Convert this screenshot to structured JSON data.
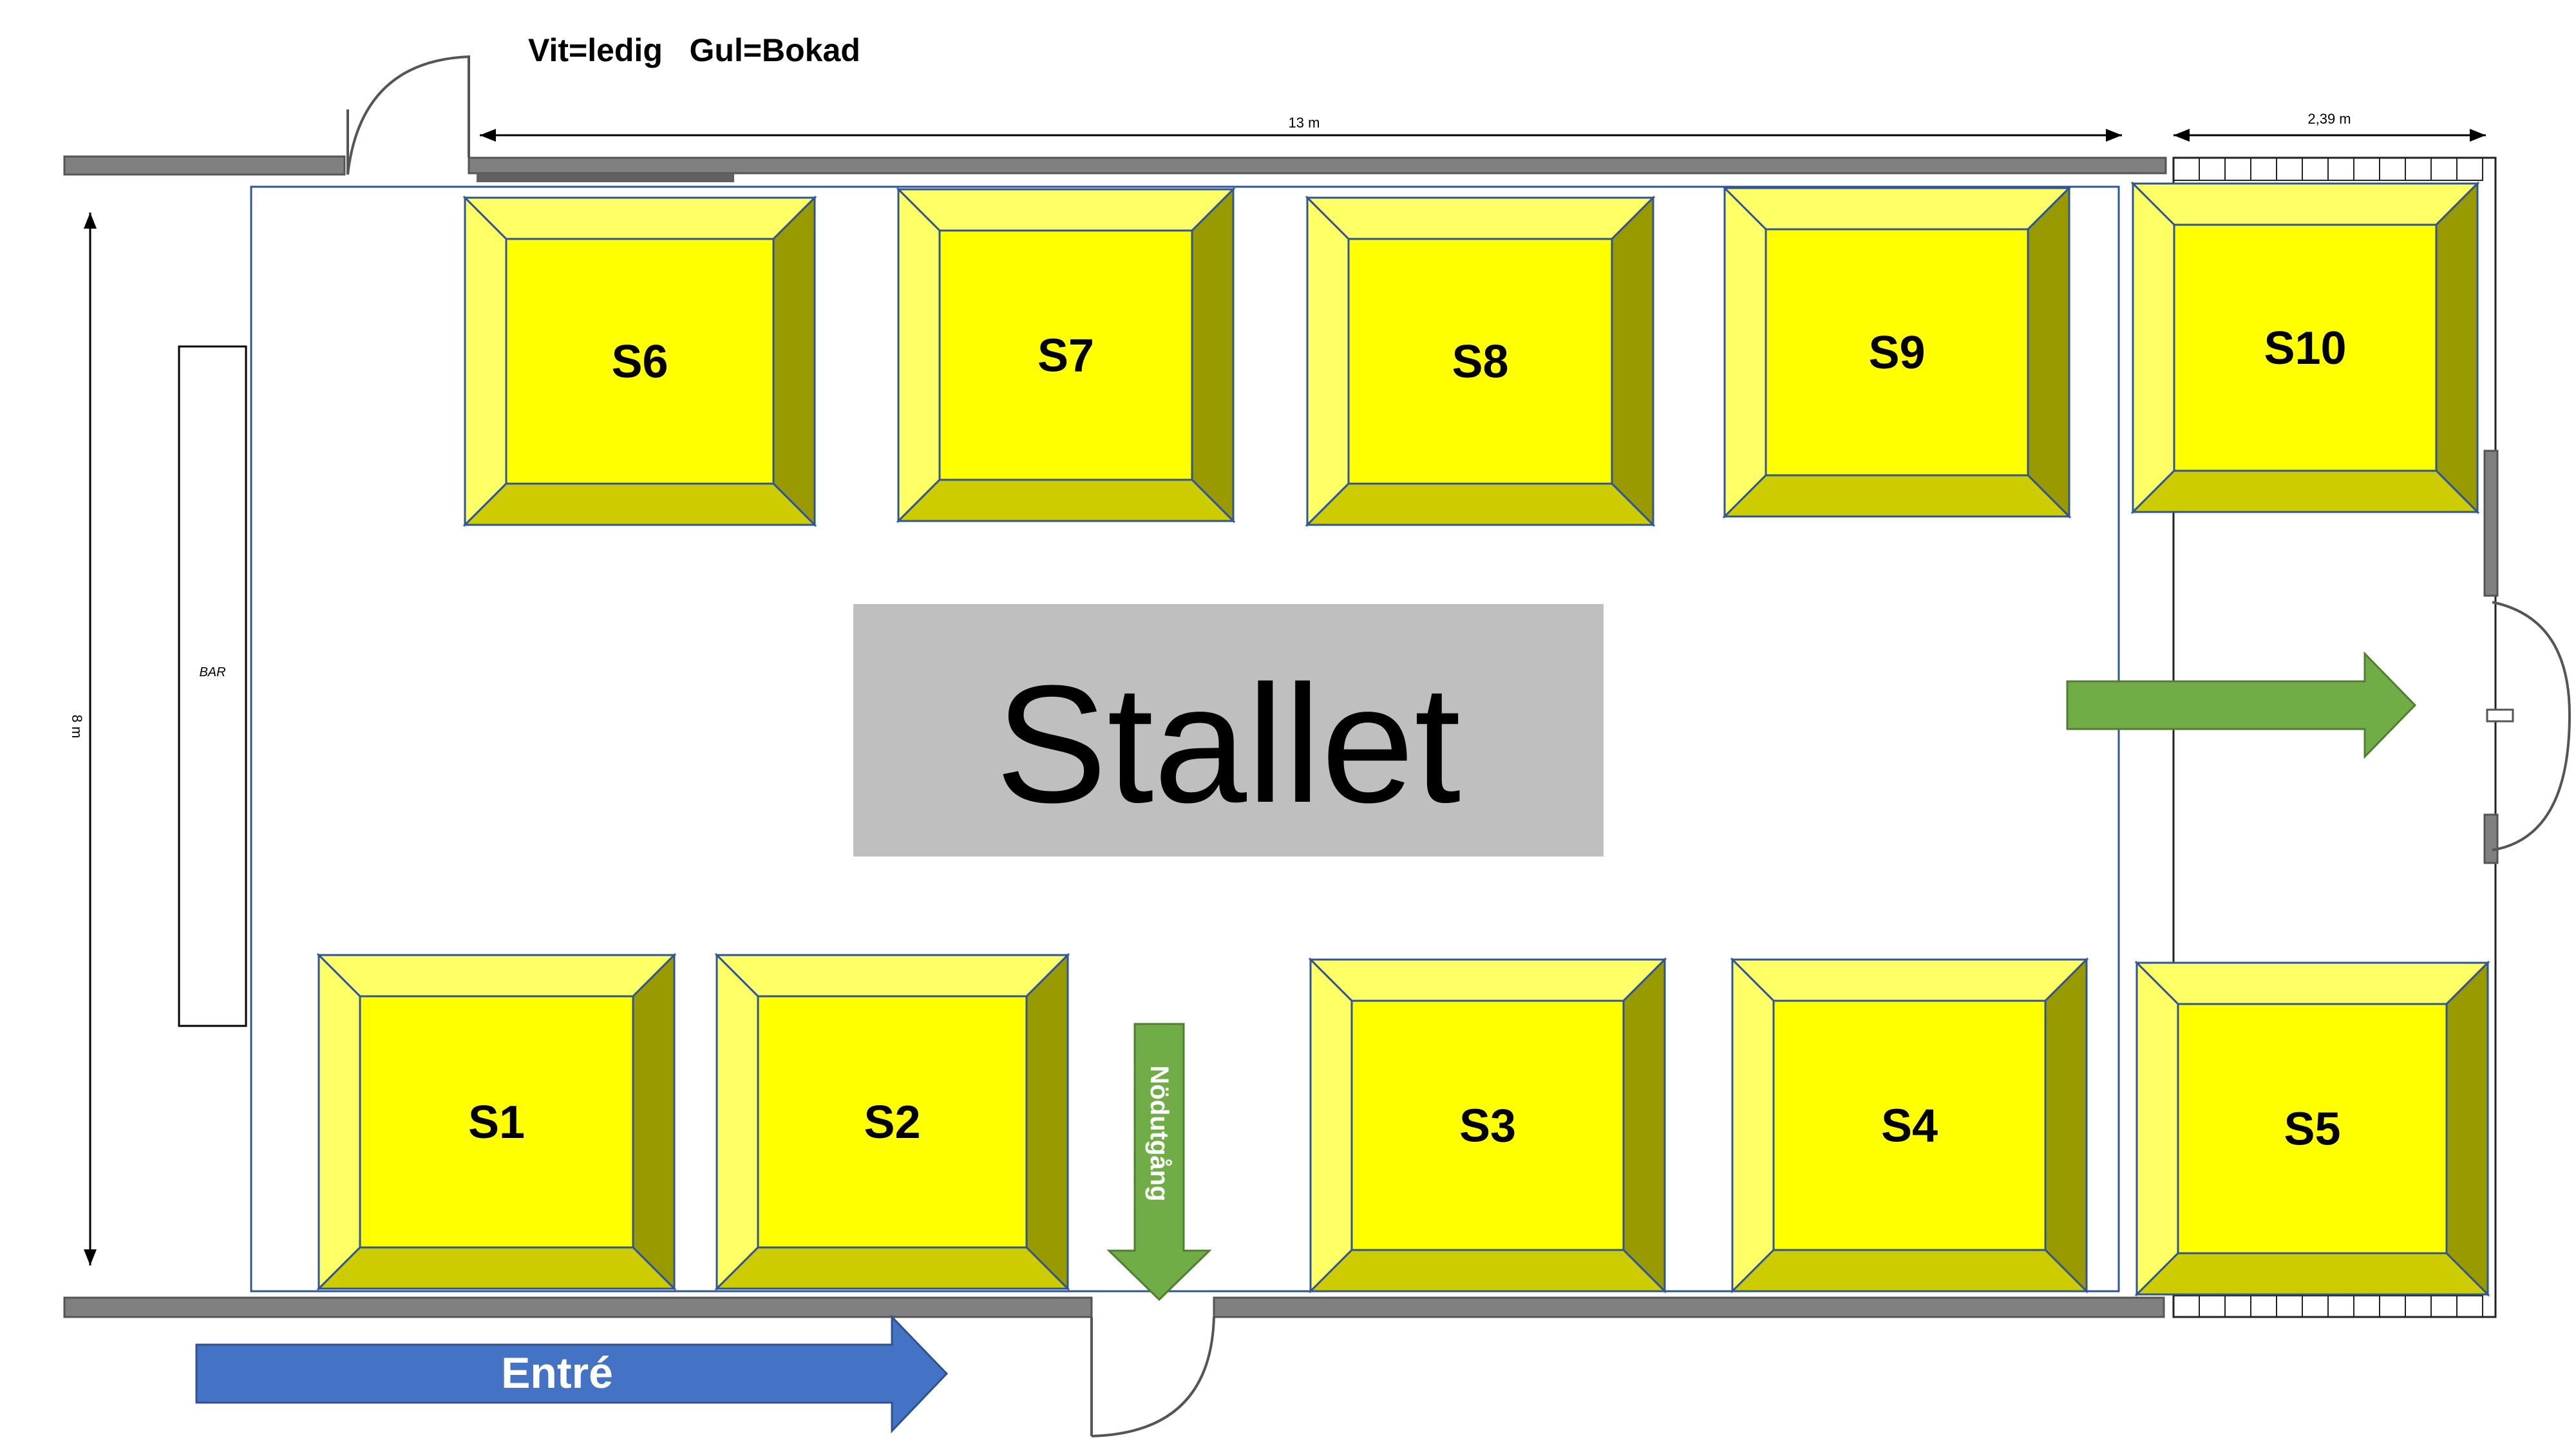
{
  "legend": {
    "text": "Vit=ledig   Gul=Bokad"
  },
  "dimensions": {
    "length": "13 m",
    "width": "8 m",
    "side": "2,39 m"
  },
  "bar": {
    "label": "BAR"
  },
  "center": {
    "label": "Stallet"
  },
  "exits": {
    "entrance": "Entré",
    "emergency": "Nödutgång"
  },
  "colors": {
    "booked_light": "#ffff66",
    "booked_face": "#ffff00",
    "booked_dark": "#999900",
    "booked_bottom": "#cccc00",
    "wall": "#808080",
    "floor_border": "#2f5597",
    "center_fill": "#bfbfbf",
    "entrance_arrow": "#4472c4",
    "exit_arrow": "#70ad47"
  },
  "stalls": [
    {
      "id": "S1",
      "status": "Gul"
    },
    {
      "id": "S2",
      "status": "Gul"
    },
    {
      "id": "S3",
      "status": "Gul"
    },
    {
      "id": "S4",
      "status": "Gul"
    },
    {
      "id": "S5",
      "status": "Gul"
    },
    {
      "id": "S6",
      "status": "Gul"
    },
    {
      "id": "S7",
      "status": "Gul"
    },
    {
      "id": "S8",
      "status": "Gul"
    },
    {
      "id": "S9",
      "status": "Gul"
    },
    {
      "id": "S10",
      "status": "Gul"
    }
  ]
}
